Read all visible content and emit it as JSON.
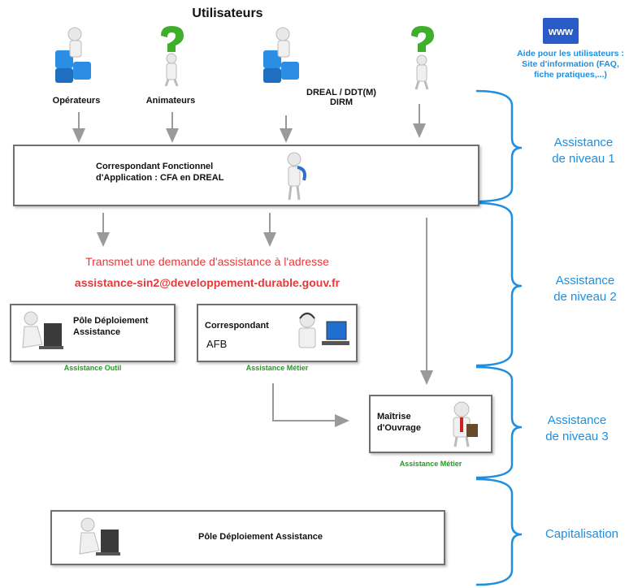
{
  "title": "Utilisateurs",
  "users": [
    {
      "label": "Opérateurs"
    },
    {
      "label": "Animateurs"
    },
    {
      "label_line1": "DREAL / DDT(M)",
      "label_line2": "DIRM"
    }
  ],
  "help": {
    "line1": "Aide pour les utilisateurs :",
    "line2": "Site d'information (FAQ,",
    "line3": "fiche pratiques,...)"
  },
  "cfa_box": {
    "line1": "Correspondant Fonctionnel",
    "line2": "d'Application : CFA en DREAL"
  },
  "transmit": {
    "line1": "Transmet une demande d'assistance à l'adresse",
    "email": "assistance-sin2@developpement-durable.gouv.fr"
  },
  "pole_box": {
    "line1": "Pôle Déploiement",
    "line2": "Assistance",
    "caption": "Assistance Outil"
  },
  "corr_box": {
    "line1": "Correspondant",
    "line2": "AFB",
    "caption": "Assistance Métier"
  },
  "moa_box": {
    "line1": "Maîtrise",
    "line2": "d'Ouvrage",
    "caption": "Assistance Métier"
  },
  "bottom_box": {
    "label": "Pôle Déploiement Assistance"
  },
  "levels": [
    {
      "line1": "Assistance",
      "line2": "de niveau 1"
    },
    {
      "line1": "Assistance",
      "line2": "de niveau 2"
    },
    {
      "line1": "Assistance",
      "line2": "de niveau 3"
    },
    {
      "line1": "Capitalisation"
    }
  ],
  "colors": {
    "accent": "#1e8fe0",
    "red": "#e8383a",
    "green": "#1aa01a",
    "arrow": "#9a9a9a"
  },
  "icons": [
    "puzzle-user-icon",
    "question-user-icon",
    "www-icon",
    "phone-user-icon",
    "laptop-user-icon",
    "headset-user-icon",
    "businessman-user-icon"
  ]
}
